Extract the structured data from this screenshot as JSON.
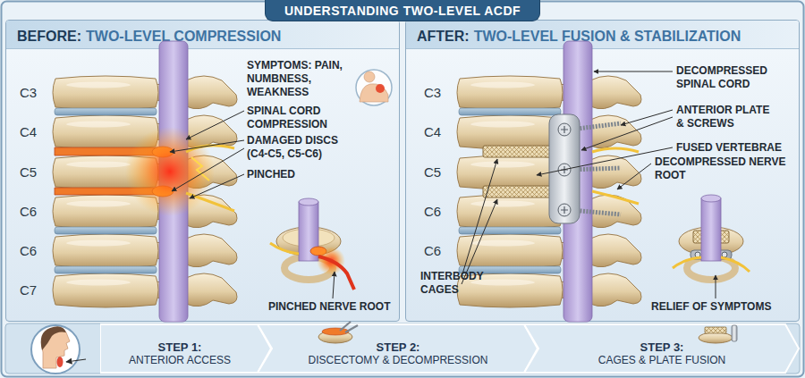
{
  "diagram": {
    "title": "UNDERSTANDING TWO-LEVEL ACDF",
    "nodes": [
      {
        "text": [
          "BEFORE:",
          "TWO-LEVEL COMPRESSION"
        ]
      },
      {
        "text": [
          "AFTER:",
          "TWO-LEVEL FUSION & STABILIZATION"
        ]
      },
      {
        "text": [
          "STEP 1:",
          "ANTERIOR ACCESS"
        ]
      },
      {
        "text": [
          "STEP 2:",
          "DISCECTOMY & DECOMPRESSION"
        ]
      },
      {
        "text": [
          "STEP 3:",
          "CAGES & PLATE FUSION"
        ]
      }
    ],
    "labels": [
      "C3",
      "C4",
      "C5",
      "C6",
      "C6",
      "C7",
      "SYMPTOMS: PAIN, NUMBNESS, WEAKNESS",
      "SPINAL CORD COMPRESSION",
      "DAMAGED DISCS (C4-C5, C5-C6)",
      "PINCHED",
      "PINCHED NERVE ROOT",
      "C3",
      "C4",
      "C5",
      "C6",
      "C6",
      "DECOMPRESSED SPINAL CORD",
      "ANTERIOR PLATE & SCREWS",
      "FUSED VERTEBRAE",
      "DECOMPRESSED NERVE ROOT",
      "INTERBODY CAGES",
      "RELIEF OF SYMPTOMS"
    ]
  }
}
